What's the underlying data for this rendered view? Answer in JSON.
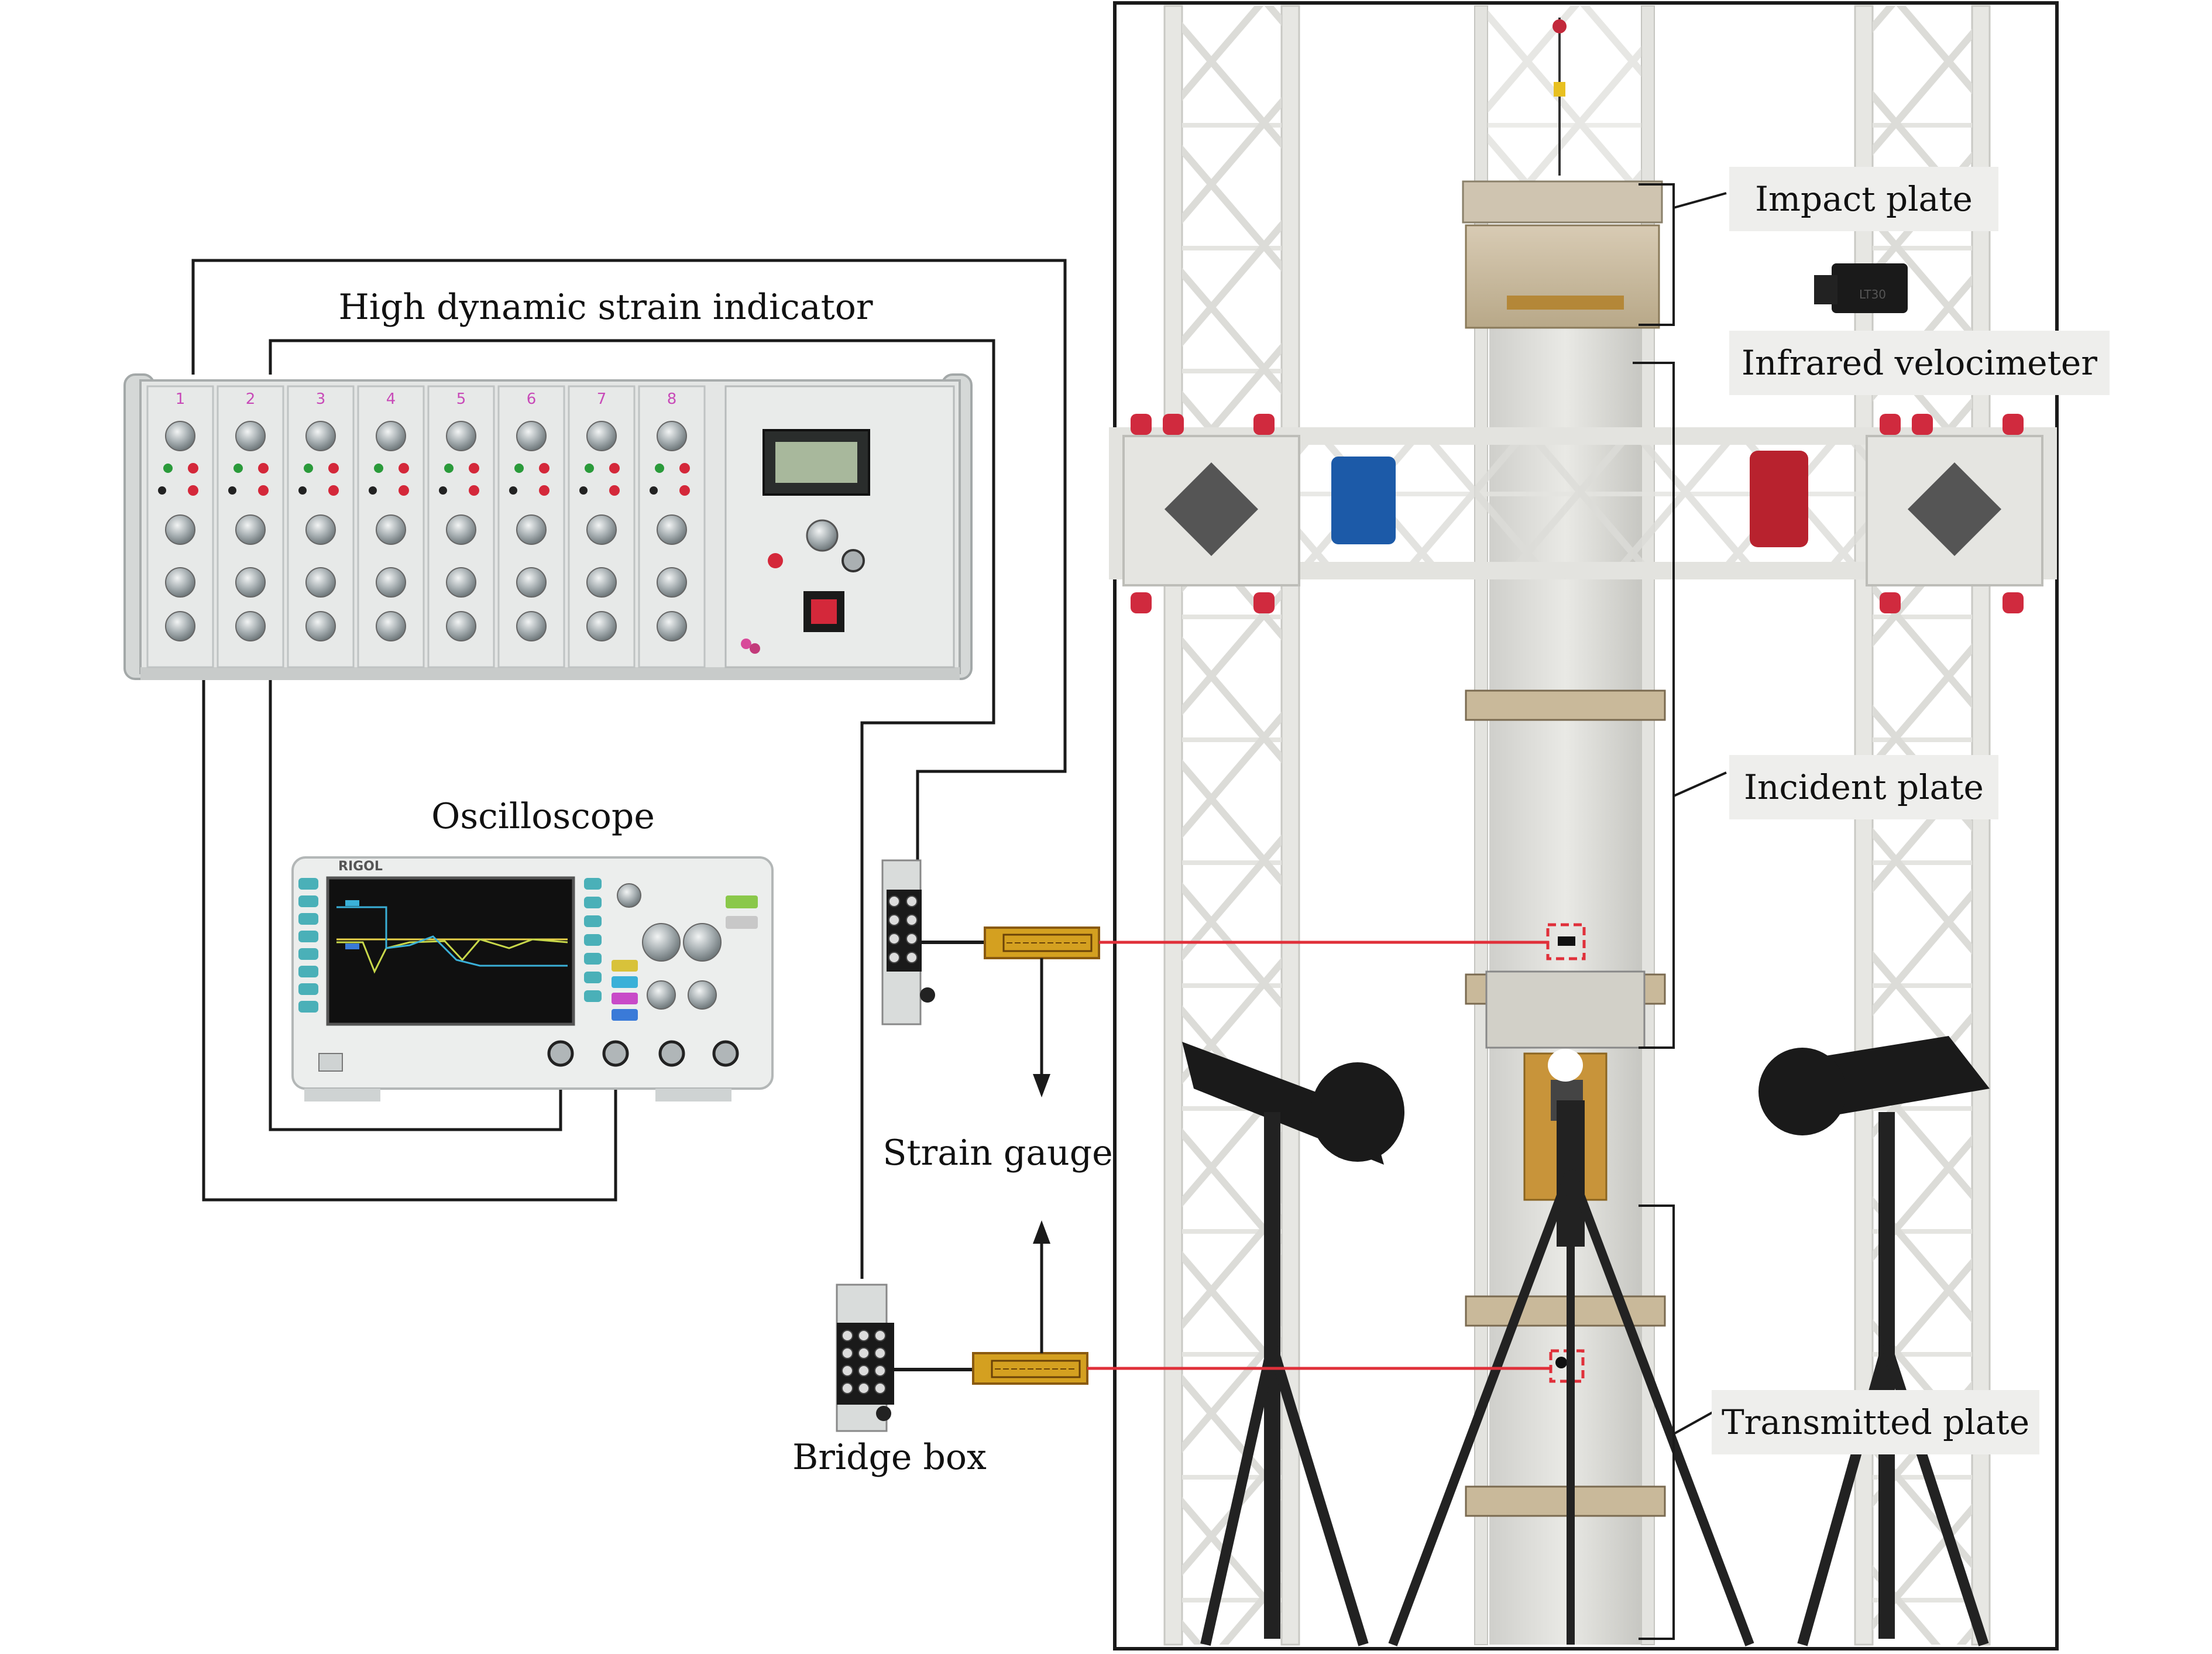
{
  "labels": {
    "strain_indicator": "High dynamic strain indicator",
    "oscilloscope": "Oscilloscope",
    "strain_gauge": "Strain gauge",
    "bridge_box": "Bridge box",
    "impact_plate": "Impact plate",
    "infrared_velocimeter": "Infrared velocimeter",
    "incident_plate": "Incident plate",
    "transmitted_plate": "Transmitted plate"
  },
  "strain_indicator_panel": {
    "channel_numbers": [
      "1",
      "2",
      "3",
      "4",
      "5",
      "6",
      "7",
      "8"
    ],
    "brand_text": "RIGOL",
    "velocimeter_text": "LT30"
  },
  "colors": {
    "wire": "#1a1a1a",
    "signal_line": "#e0303a",
    "gauge_fill": "#d4a020",
    "gauge_dark": "#8a5a10",
    "panel_gray": "#e4e6e5",
    "knob_gray": "#9aa3a6",
    "frame_white": "#f2f2f0",
    "screen_dark": "#101010",
    "callout_bg": "#eeeeec"
  }
}
